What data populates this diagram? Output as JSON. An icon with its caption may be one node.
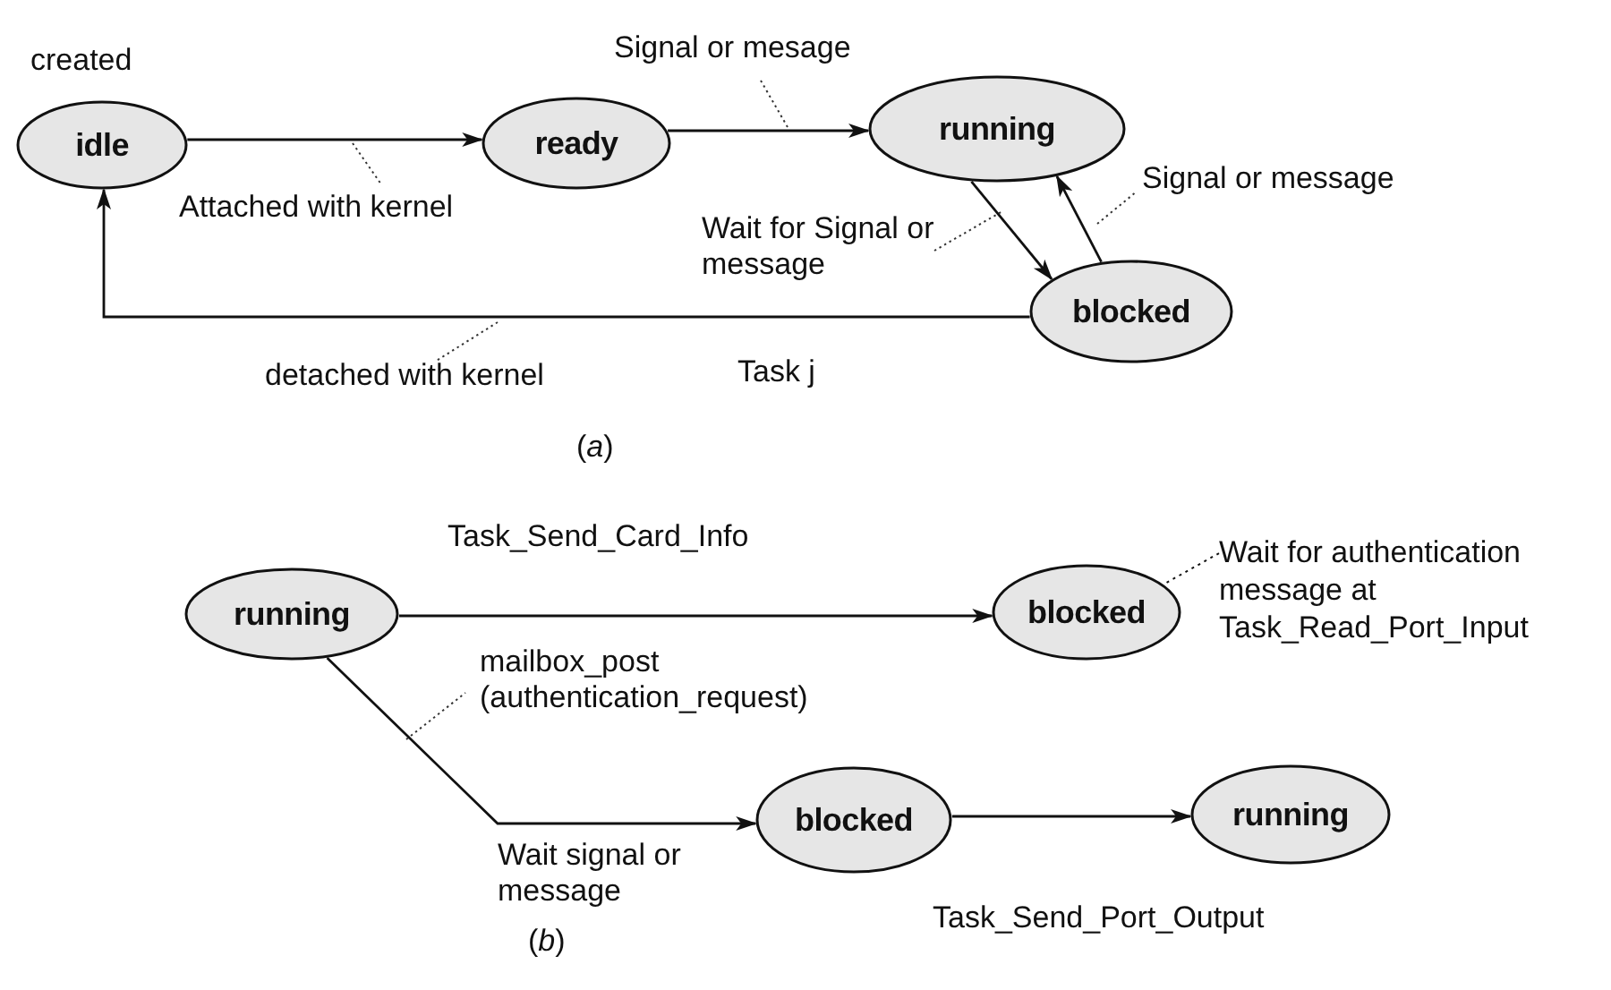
{
  "diagram": {
    "nodes": [
      {
        "text": [
          "idle"
        ],
        "beside": [
          "created"
        ]
      },
      {
        "text": [
          "ready"
        ]
      },
      {
        "text": [
          "running"
        ]
      },
      {
        "text": [
          "blocked"
        ]
      },
      {
        "text": [
          "running"
        ]
      },
      {
        "text": [
          "blocked"
        ]
      },
      {
        "text": [
          "Wait for authentication message at Task_Read_Port_Input"
        ]
      },
      {
        "text": [
          "blocked"
        ]
      },
      {
        "text": [
          "running"
        ]
      }
    ],
    "edges": [
      {
        "from": 0,
        "to": 1,
        "arrow": "to",
        "label": "Attached with kernel"
      },
      {
        "from": 1,
        "to": 2,
        "arrow": "to",
        "label": "Signal or mesage"
      },
      {
        "from": 2,
        "to": 3,
        "arrow": "to",
        "label": "Wait for Signal or message"
      },
      {
        "from": 3,
        "to": 2,
        "arrow": "to",
        "label": "Signal or message"
      },
      {
        "from": 3,
        "to": 0,
        "arrow": "to",
        "label": "detached with kernel"
      },
      {
        "from": 4,
        "to": 5,
        "arrow": "to",
        "label": "Task_Send_Card_Info"
      },
      {
        "from": 4,
        "to": 7,
        "arrow": "to",
        "label": "mailbox_post (authentication_request)"
      },
      {
        "from": 7,
        "to": 8,
        "arrow": "to",
        "label": "Task_Send_Port_Output"
      },
      {
        "from": 6,
        "to": 5,
        "arrow": "none",
        "style": "dashed"
      }
    ],
    "labels": [
      "Task j",
      "(*a*)",
      "Wait signal or message",
      "(*b*)"
    ]
  }
}
